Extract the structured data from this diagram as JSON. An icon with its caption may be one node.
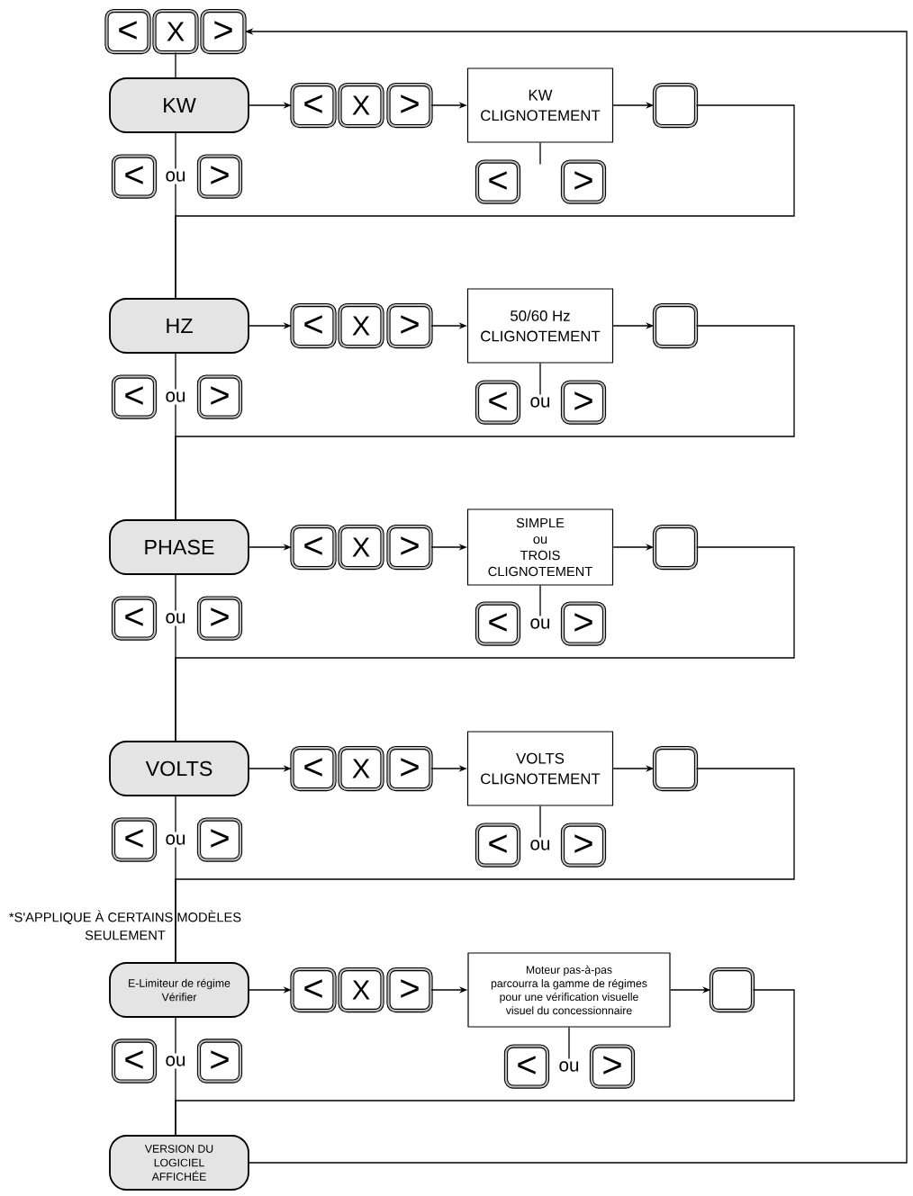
{
  "diagram": {
    "nodes": [
      {
        "text": [
          "<"
        ]
      },
      {
        "text": [
          "X"
        ]
      },
      {
        "text": [
          ">"
        ]
      },
      {
        "text": [
          "KW"
        ]
      },
      {
        "text": [
          "<"
        ]
      },
      {
        "text": [
          "X"
        ]
      },
      {
        "text": [
          ">"
        ]
      },
      {
        "text": [
          "KW CLIGNOTEMENT"
        ]
      },
      {
        "text": [],
        "shape": "box"
      },
      {
        "text": [
          "<"
        ]
      },
      {
        "text": [
          "ou"
        ]
      },
      {
        "text": [
          ">"
        ]
      },
      {
        "text": [
          "<"
        ]
      },
      {
        "text": [
          ">"
        ]
      },
      {
        "text": [
          "HZ"
        ]
      },
      {
        "text": [
          "<"
        ]
      },
      {
        "text": [
          "X"
        ]
      },
      {
        "text": [
          ">"
        ]
      },
      {
        "text": [
          "50/60 Hz CLIGNOTEMENT"
        ]
      },
      {
        "text": [],
        "shape": "box"
      },
      {
        "text": [
          "<"
        ]
      },
      {
        "text": [
          "ou"
        ]
      },
      {
        "text": [
          ">"
        ]
      },
      {
        "text": [
          "<"
        ]
      },
      {
        "text": [
          "ou"
        ]
      },
      {
        "text": [
          ">"
        ]
      },
      {
        "text": [
          "PHASE"
        ]
      },
      {
        "text": [
          "<"
        ]
      },
      {
        "text": [
          "X"
        ]
      },
      {
        "text": [
          ">"
        ]
      },
      {
        "text": [
          "SIMPLE ou TROIS CLIGNOTEMENT"
        ]
      },
      {
        "text": [],
        "shape": "box"
      },
      {
        "text": [
          "<"
        ]
      },
      {
        "text": [
          "ou"
        ]
      },
      {
        "text": [
          ">"
        ]
      },
      {
        "text": [
          "<"
        ]
      },
      {
        "text": [
          "ou"
        ]
      },
      {
        "text": [
          ">"
        ]
      },
      {
        "text": [
          "VOLTS"
        ]
      },
      {
        "text": [
          "<"
        ]
      },
      {
        "text": [
          "X"
        ]
      },
      {
        "text": [
          ">"
        ]
      },
      {
        "text": [
          "VOLTS CLIGNOTEMENT"
        ]
      },
      {
        "text": [],
        "shape": "box"
      },
      {
        "text": [
          "<"
        ]
      },
      {
        "text": [
          "ou"
        ]
      },
      {
        "text": [
          ">"
        ]
      },
      {
        "text": [
          "<"
        ]
      },
      {
        "text": [
          "ou"
        ]
      },
      {
        "text": [
          ">"
        ]
      },
      {
        "text": [
          "E-Limiteur de régime Vérifier"
        ]
      },
      {
        "text": [
          "<"
        ]
      },
      {
        "text": [
          "X"
        ]
      },
      {
        "text": [
          ">"
        ]
      },
      {
        "text": [
          "Moteur pas-à-pas parcourra la gamme de régimes pour une vérification visuelle visuel du concessionnaire"
        ]
      },
      {
        "text": [],
        "shape": "box"
      },
      {
        "text": [
          "<"
        ]
      },
      {
        "text": [
          "ou"
        ]
      },
      {
        "text": [
          ">"
        ]
      },
      {
        "text": [
          "<"
        ]
      },
      {
        "text": [
          "ou"
        ]
      },
      {
        "text": [
          ">"
        ]
      },
      {
        "text": [
          "VERSION DU LOGICIEL AFFICHÉE"
        ]
      }
    ],
    "edges": [
      {
        "from": 1,
        "to": 3,
        "arrow": "none"
      },
      {
        "from": 3,
        "to": 4,
        "arrow": "to"
      },
      {
        "from": 6,
        "to": 7,
        "arrow": "to"
      },
      {
        "from": 7,
        "to": 8,
        "arrow": "to"
      },
      {
        "from": 7,
        "to": null,
        "arrow": "none"
      },
      {
        "from": 3,
        "to": 10,
        "arrow": "none"
      },
      {
        "from": 10,
        "to": 14,
        "arrow": "none"
      },
      {
        "from": 8,
        "to": 14,
        "arrow": "none"
      },
      {
        "from": 14,
        "to": 15,
        "arrow": "to"
      },
      {
        "from": 17,
        "to": 18,
        "arrow": "to"
      },
      {
        "from": 18,
        "to": 19,
        "arrow": "to"
      },
      {
        "from": 18,
        "to": 24,
        "arrow": "none"
      },
      {
        "from": 14,
        "to": 21,
        "arrow": "none"
      },
      {
        "from": 21,
        "to": 26,
        "arrow": "none"
      },
      {
        "from": 19,
        "to": 26,
        "arrow": "none"
      },
      {
        "from": 26,
        "to": 27,
        "arrow": "to"
      },
      {
        "from": 29,
        "to": 30,
        "arrow": "to"
      },
      {
        "from": 30,
        "to": 31,
        "arrow": "to"
      },
      {
        "from": 30,
        "to": 36,
        "arrow": "none"
      },
      {
        "from": 26,
        "to": 33,
        "arrow": "none"
      },
      {
        "from": 33,
        "to": 38,
        "arrow": "none"
      },
      {
        "from": 31,
        "to": 38,
        "arrow": "none"
      },
      {
        "from": 38,
        "to": 39,
        "arrow": "to"
      },
      {
        "from": 41,
        "to": 42,
        "arrow": "to"
      },
      {
        "from": 42,
        "to": 43,
        "arrow": "to"
      },
      {
        "from": 42,
        "to": 48,
        "arrow": "none"
      },
      {
        "from": 38,
        "to": 45,
        "arrow": "none"
      },
      {
        "from": 45,
        "to": 50,
        "arrow": "none"
      },
      {
        "from": 43,
        "to": 50,
        "arrow": "none"
      },
      {
        "from": 50,
        "to": 51,
        "arrow": "to"
      },
      {
        "from": 53,
        "to": 54,
        "arrow": "to"
      },
      {
        "from": 54,
        "to": 55,
        "arrow": "to"
      },
      {
        "from": 54,
        "to": 60,
        "arrow": "none"
      },
      {
        "from": 50,
        "to": 57,
        "arrow": "none"
      },
      {
        "from": 57,
        "to": 62,
        "arrow": "none"
      },
      {
        "from": 55,
        "to": 62,
        "arrow": "none"
      },
      {
        "from": 62,
        "to": 2,
        "arrow": "to"
      }
    ],
    "labels": [
      "*S'APPLIQUE À CERTAINS MODÈLES SEULEMENT"
    ]
  }
}
